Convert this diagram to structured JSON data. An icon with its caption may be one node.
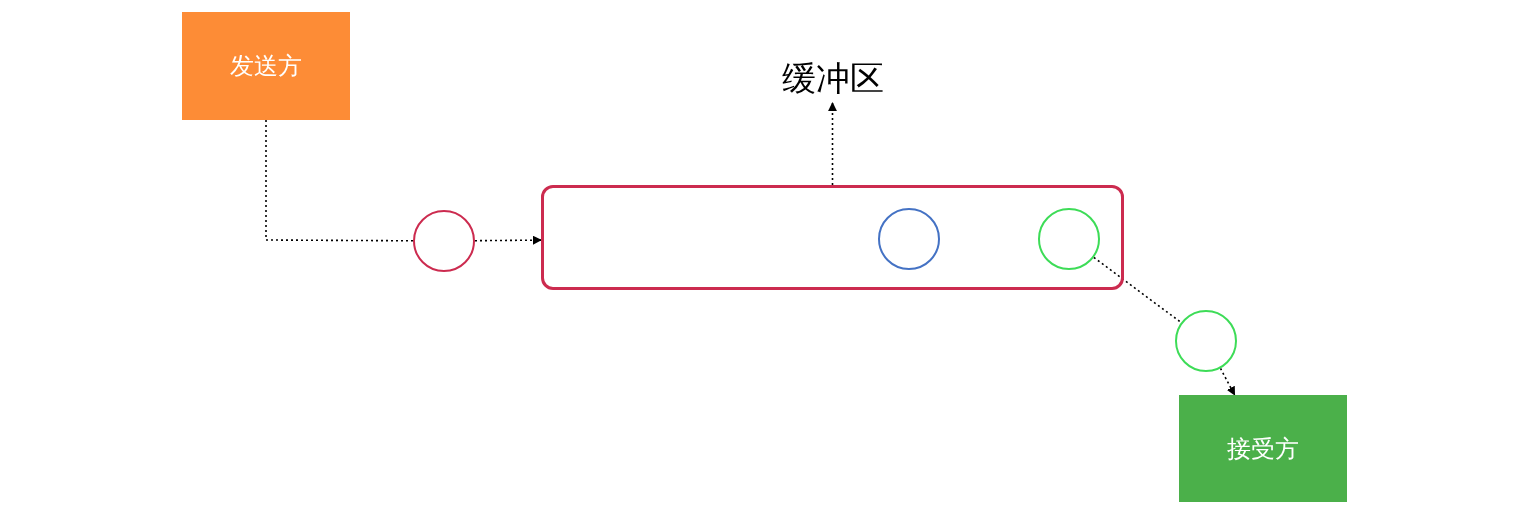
{
  "diagram": {
    "nodes": [
      {
        "text": [
          "发送方"
        ]
      },
      {
        "text": [
          "缓冲区"
        ]
      },
      {
        "text": [],
        "shape": "circle"
      },
      {
        "text": [],
        "shape": "box"
      },
      {
        "text": [],
        "shape": "circle",
        "in": 3
      },
      {
        "text": [],
        "shape": "circle",
        "in": 3
      },
      {
        "text": [],
        "shape": "circle"
      },
      {
        "text": [
          "接受方"
        ]
      }
    ],
    "edges": [
      {
        "from": 0,
        "to": 2,
        "arrow": "none"
      },
      {
        "from": 2,
        "to": 3,
        "arrow": "to"
      },
      {
        "from": 3,
        "to": 1,
        "arrow": "to"
      },
      {
        "from": 5,
        "to": 6,
        "arrow": "none"
      },
      {
        "from": 6,
        "to": 7,
        "arrow": "to"
      }
    ]
  }
}
